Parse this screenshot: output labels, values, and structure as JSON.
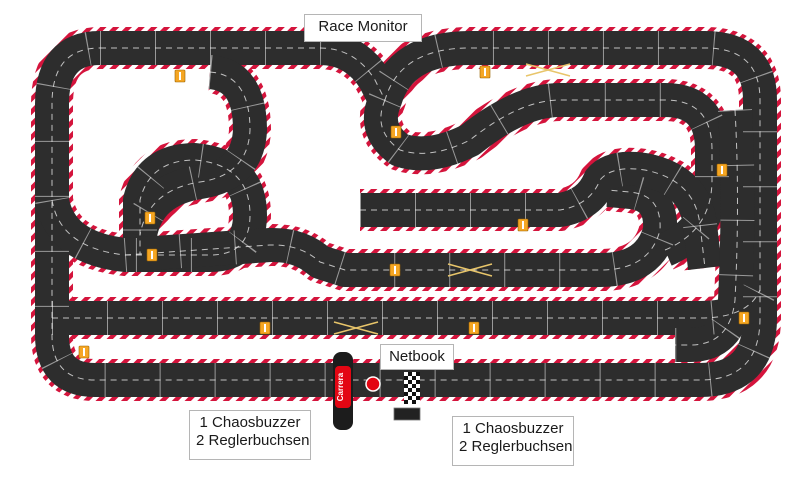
{
  "labels": {
    "race_monitor": "Race Monitor",
    "netbook": "Netbook",
    "left_station": {
      "line1": "1 Chaosbuzzer",
      "line2": "2 Reglerbuchsen"
    },
    "right_station": {
      "line1": "1 Chaosbuzzer",
      "line2": "2 Reglerbuchsen"
    },
    "start_gantry_brand": "Carrera"
  },
  "colors": {
    "asphalt": "#2d2d2d",
    "lane_line": "#dcdcdc",
    "segment_joint": "#f2f2f2",
    "curb_red": "#d4143c",
    "curb_white": "#ffffff",
    "lap_marker": "#f5a623",
    "gantry": "#1c1c1c",
    "brand_red": "#e30613"
  },
  "icons": [
    "lap-counter-icon",
    "crossover-icon",
    "start-finish-gantry-icon",
    "checkered-flag-icon",
    "carrera-logo-icon"
  ]
}
